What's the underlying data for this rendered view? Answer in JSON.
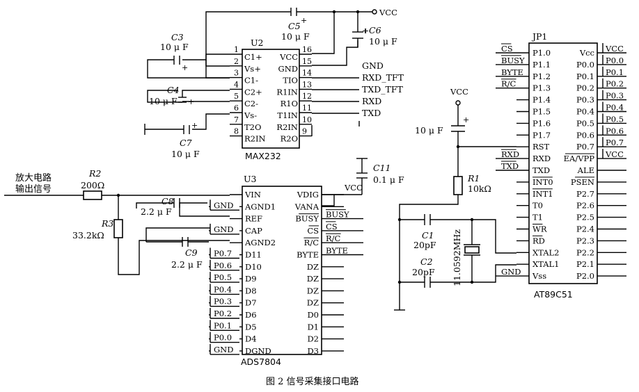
{
  "caption": "图 2  信号采集接口电路",
  "vcc": "VCC",
  "gnd": "GND",
  "input_signal": {
    "line1": "放大电路",
    "line2": "输出信号"
  },
  "max232": {
    "name": "MAX232",
    "ref": "U2",
    "left_pins": [
      {
        "num": "1",
        "name": "C1+"
      },
      {
        "num": "2",
        "name": "Vs+"
      },
      {
        "num": "3",
        "name": "C1-"
      },
      {
        "num": "4",
        "name": "C2+"
      },
      {
        "num": "5",
        "name": "C2-"
      },
      {
        "num": "6",
        "name": "Vs-"
      },
      {
        "num": "7",
        "name": "T2O"
      },
      {
        "num": "8",
        "name": "R2IN"
      }
    ],
    "right_pins": [
      {
        "num": "16",
        "name": "VCC"
      },
      {
        "num": "15",
        "name": "GND"
      },
      {
        "num": "14",
        "name": "TIO"
      },
      {
        "num": "13",
        "name": "R1IN"
      },
      {
        "num": "12",
        "name": "R1O"
      },
      {
        "num": "11",
        "name": "T1IN"
      },
      {
        "num": "10",
        "name": "R2IN"
      },
      {
        "num": "9",
        "name": "R2O"
      }
    ],
    "right_nets": [
      "",
      "GND",
      "RXD_TFT",
      "TXD_TFT",
      "RXD",
      "TXD"
    ]
  },
  "ads7804": {
    "name": "ADS7804",
    "ref": "U3",
    "left_pins": [
      "VIN",
      "AGND1",
      "REF",
      "CAP",
      "AGND2",
      "D11",
      "D10",
      "D9",
      "D8",
      "D7",
      "D6",
      "D5",
      "D4",
      "DGND"
    ],
    "left_nets": [
      "",
      "GND",
      "",
      "GND",
      "",
      "P0.7",
      "P0.6",
      "P0.5",
      "P0.4",
      "P0.3",
      "P0.2",
      "P0.1",
      "P0.0",
      "GND"
    ],
    "right_pins": [
      "VDIG",
      "VANA",
      "BUSY",
      "CS",
      "R/C",
      "BYTE",
      "DZ",
      "DZ",
      "DZ",
      "DZ",
      "D0",
      "D1",
      "D2",
      "D3"
    ],
    "right_nets": [
      "",
      "",
      "BUSY",
      "CS",
      "R/C",
      "BYTE"
    ]
  },
  "at89c51": {
    "name": "AT89C51",
    "ref": "JP1",
    "left_pins": [
      "P1.0",
      "P1.1",
      "P1.2",
      "P1.3",
      "P1.4",
      "P1.5",
      "P1.6",
      "P1.7",
      "RST",
      "RXD",
      "TXD",
      "INT0",
      "INT1",
      "T0",
      "T1",
      "WR",
      "RD",
      "XTAL2",
      "XTAL1",
      "Vss"
    ],
    "left_nets": [
      "CS",
      "BUSY",
      "BYTE",
      "R/C",
      "",
      "",
      "",
      "",
      "",
      "RXD",
      "TXD",
      "",
      "",
      "",
      "",
      "",
      "",
      "",
      "",
      "GND"
    ],
    "right_pins": [
      "Vcc",
      "P0.0",
      "P0.1",
      "P0.2",
      "P0.3",
      "P0.4",
      "P0.5",
      "P0.6",
      "P0.7",
      "EA/VPP",
      "ALE",
      "PSEN",
      "P2.7",
      "P2.6",
      "P2.5",
      "P2.4",
      "P2.3",
      "P2.2",
      "P2.1",
      "P2.0"
    ],
    "right_nets": [
      "VCC",
      "P0.0",
      "P0.1",
      "P0.2",
      "P0.3",
      "P0.4",
      "P0.5",
      "P0.6",
      "P0.7",
      "VCC"
    ]
  },
  "components": {
    "C3": {
      "name": "C3",
      "value": "10 μ F"
    },
    "C4": {
      "name": "C4",
      "value": "10 μ F"
    },
    "C5": {
      "name": "C5",
      "value": "10 μ F"
    },
    "C6": {
      "name": "C6",
      "value": "10 μ F"
    },
    "C7": {
      "name": "C7",
      "value": "10 μ F"
    },
    "C8": {
      "name": "C8",
      "value": "2.2 μ F"
    },
    "C9": {
      "name": "C9",
      "value": "2.2 μ F"
    },
    "C11": {
      "name": "C11",
      "value": "0.1 μ F"
    },
    "R2": {
      "name": "R2",
      "value": "200Ω"
    },
    "R3": {
      "name": "R3",
      "value": "33.2kΩ"
    },
    "R1": {
      "name": "R1",
      "value": "10kΩ"
    },
    "C1": {
      "name": "C1",
      "value": "20pF"
    },
    "C2": {
      "name": "C2",
      "value": "20pF"
    },
    "crystal": {
      "value": "11.0592MHz"
    },
    "Crst": {
      "value": "10 μ F"
    }
  }
}
